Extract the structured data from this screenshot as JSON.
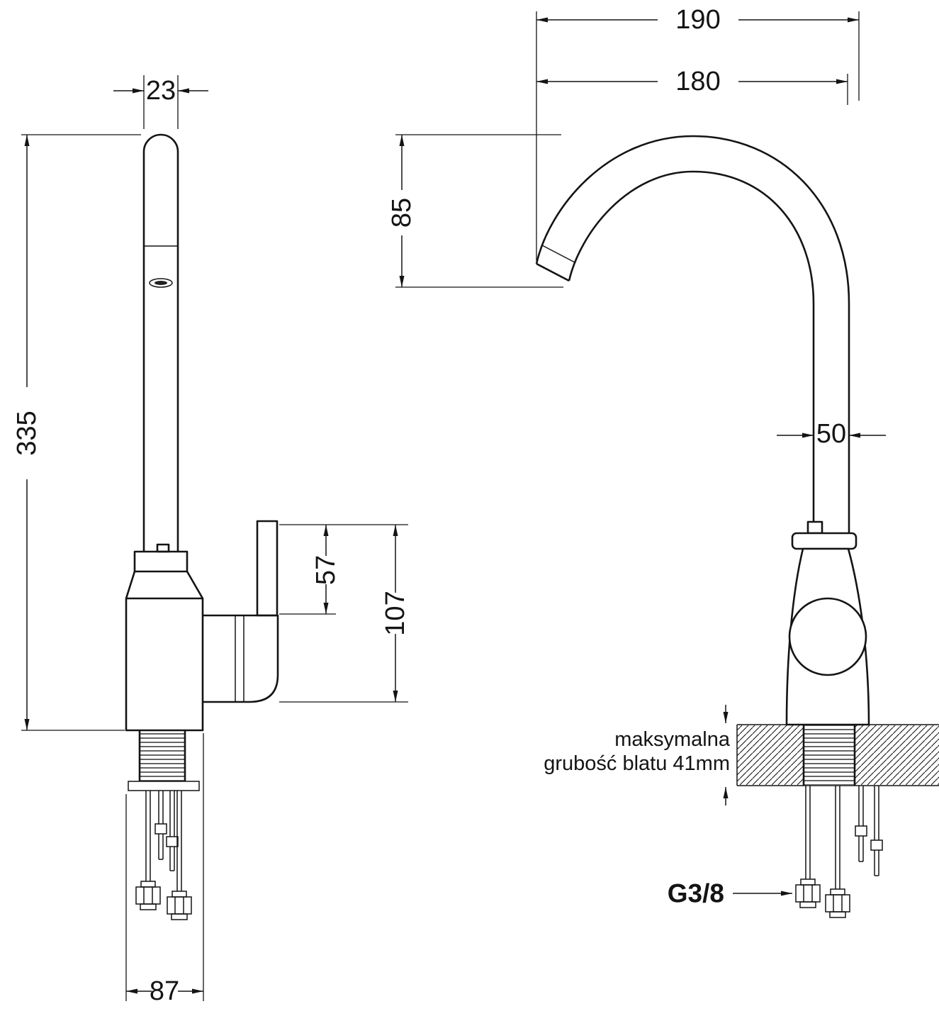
{
  "drawing": {
    "line_color": "#141414",
    "side_view": {
      "dim_spout_diameter": "23",
      "dim_total_height": "335",
      "dim_handle_top_offset": "57",
      "dim_body_top_offset": "107",
      "dim_base_width": "87"
    },
    "front_view": {
      "dim_overall_reach": "190",
      "dim_spout_reach": "180",
      "dim_spout_drop": "85",
      "dim_pipe_width": "50",
      "note_line1": "maksymalna",
      "note_line2": "grubość blatu 41mm",
      "thread_label": "G3/8"
    }
  }
}
